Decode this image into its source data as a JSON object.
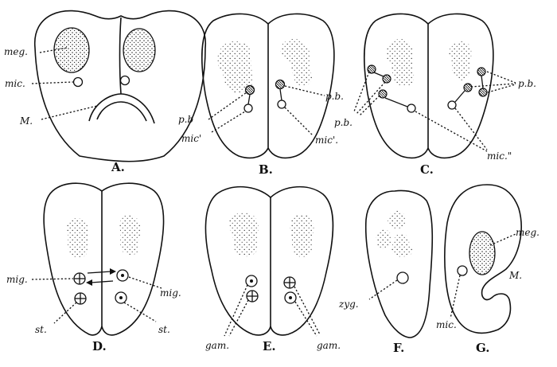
{
  "panels": [
    "A.",
    "B.",
    "C.",
    "D.",
    "E.",
    "F.",
    "G."
  ],
  "labels": {
    "meg": "meg.",
    "mic": "mic.",
    "M": "M.",
    "pb_b": "p.b",
    "mic_b_left": "mic'",
    "pb_b_right": "p.b.",
    "mic_b_right": "mic'.",
    "pb_c_left": "p.b.",
    "pb_c_right": "p.b.",
    "mic_c": "mic.\"",
    "mig_left": "mig.",
    "mig_right": "mig.",
    "st_left": "st.",
    "st_right": "st.",
    "gam_left": "gam.",
    "gam_right": "gam.",
    "zyg": "zyg.",
    "meg_g": "meg.",
    "M_g": "M.",
    "mic_g": "mic."
  }
}
